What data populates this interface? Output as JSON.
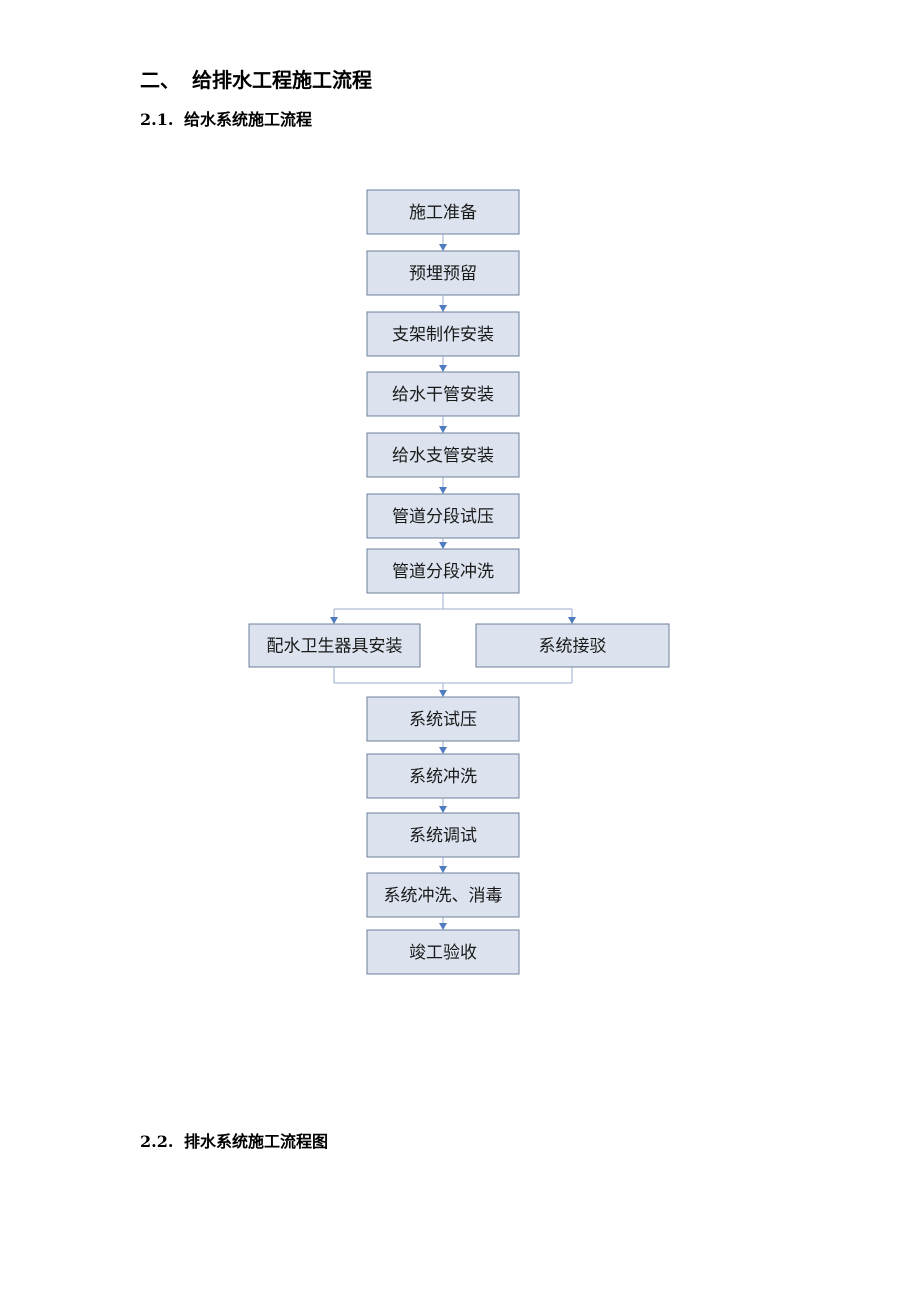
{
  "section": {
    "number": "二、",
    "title": "给排水工程施工流程"
  },
  "sub1": {
    "number": "2.1.",
    "title": "给水系统施工流程"
  },
  "sub2": {
    "number": "2.2.",
    "title": "排水系统施工流程图"
  },
  "flow": {
    "steps_top": [
      "施工准备",
      "预埋预留",
      "支架制作安装",
      "给水干管安装",
      "给水支管安装",
      "管道分段试压",
      "管道分段冲洗"
    ],
    "branch_left": "配水卫生器具安装",
    "branch_right": "系统接驳",
    "steps_bottom": [
      "系统试压",
      "系统冲洗",
      "系统调试",
      "系统冲洗、消毒",
      "竣工验收"
    ]
  }
}
